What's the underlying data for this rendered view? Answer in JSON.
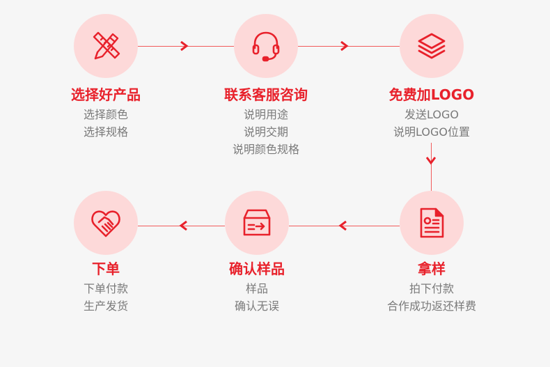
{
  "colors": {
    "accent": "#e8212b",
    "circle": "#fdd9d9",
    "line": "#f25a5a",
    "text": "#7a7a7a",
    "background": "#f6f6f6"
  },
  "steps": [
    {
      "icon": "pencil-ruler-icon",
      "title": "选择好产品",
      "lines": [
        "选择颜色",
        "选择规格"
      ]
    },
    {
      "icon": "headset-icon",
      "title": "联系客服咨询",
      "lines": [
        "说明用途",
        "说明交期",
        "说明颜色规格"
      ]
    },
    {
      "icon": "layers-icon",
      "title": "免费加LOGO",
      "lines": [
        "发送LOGO",
        "说明LOGO位置"
      ]
    },
    {
      "icon": "document-icon",
      "title": "拿样",
      "lines": [
        "拍下付款",
        "合作成功返还样费"
      ]
    },
    {
      "icon": "box-icon",
      "title": "确认样品",
      "lines": [
        "样品",
        "确认无误"
      ]
    },
    {
      "icon": "handshake-heart-icon",
      "title": "下单",
      "lines": [
        "下单付款",
        "生产发货"
      ]
    }
  ]
}
